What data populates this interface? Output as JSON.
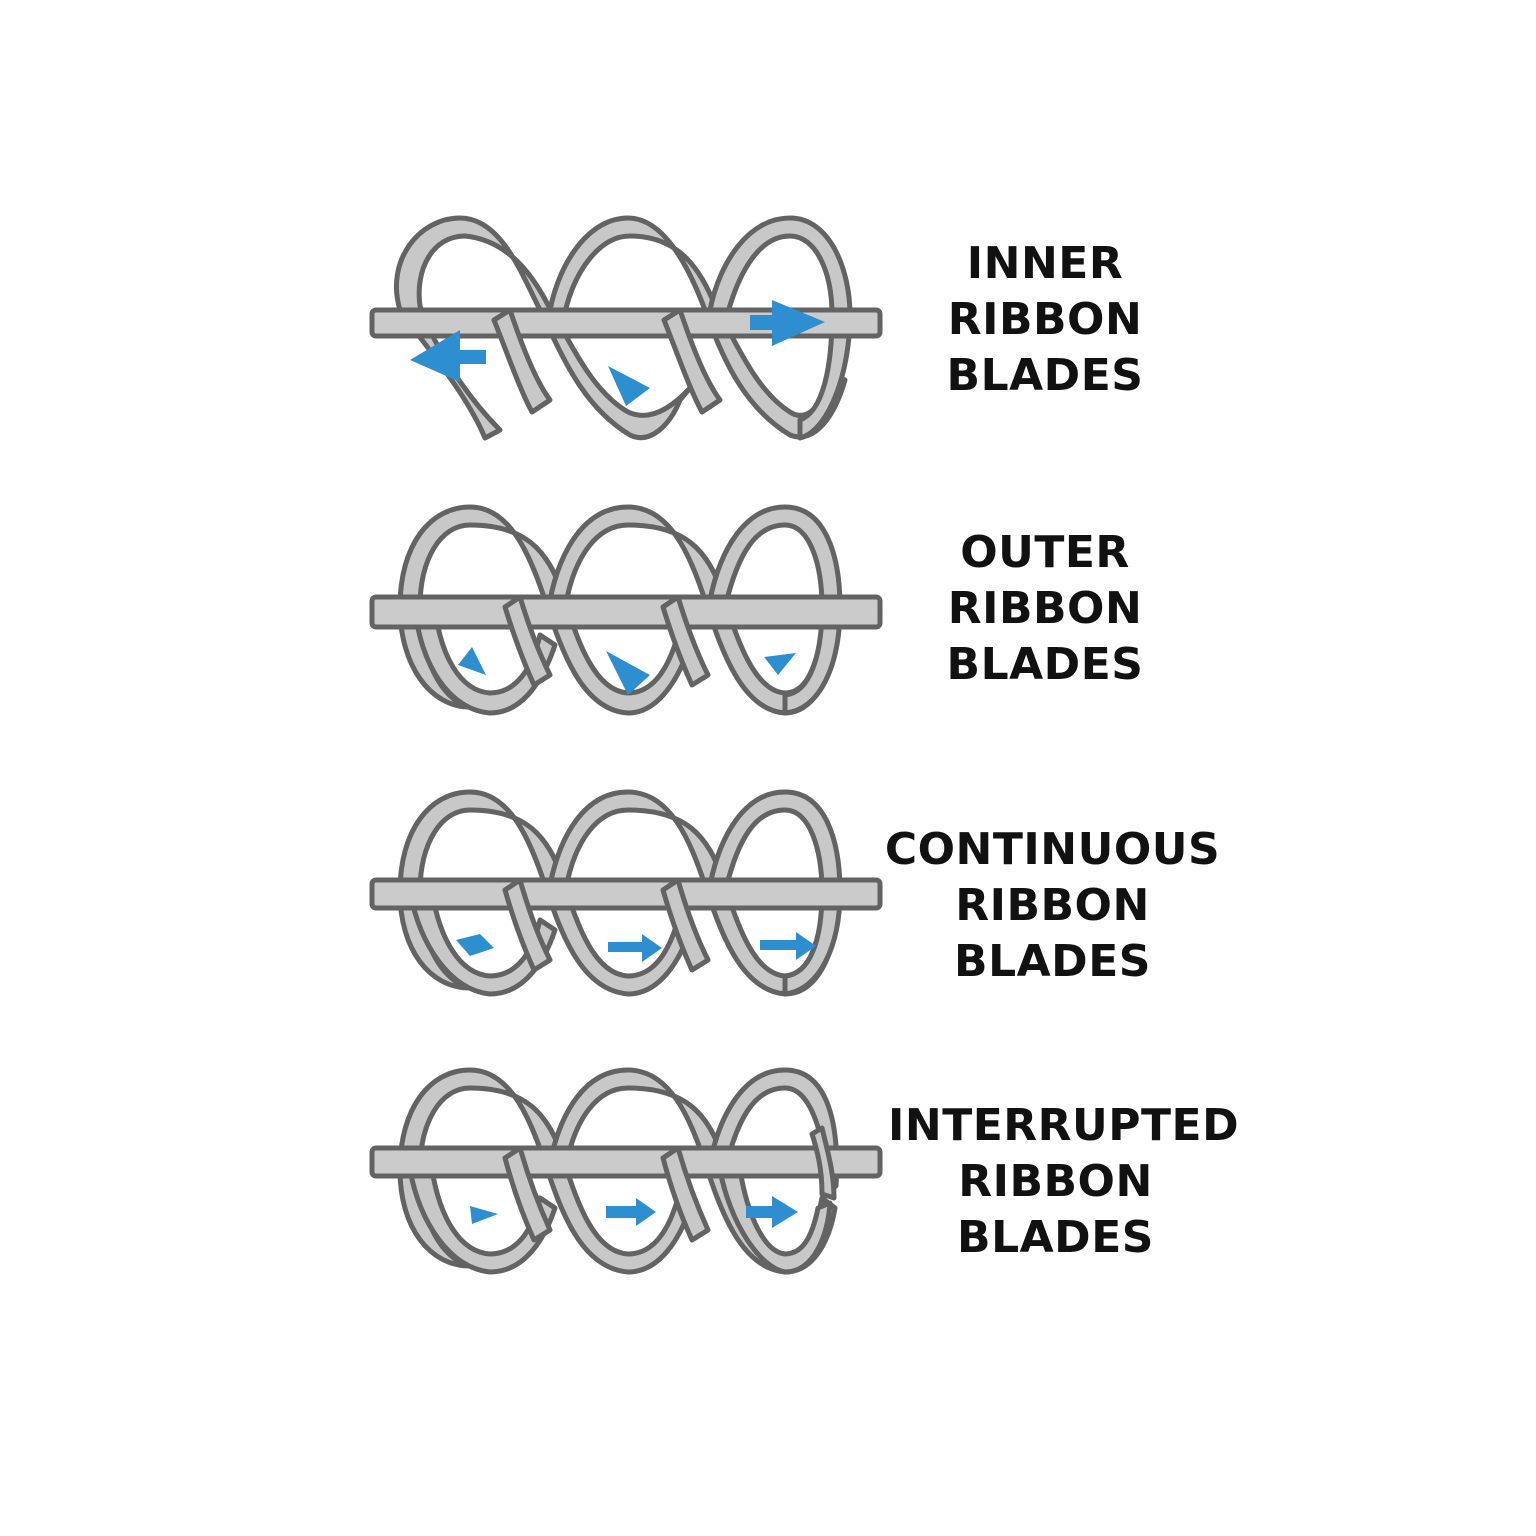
{
  "colors": {
    "ribbon_fill": "#c8c8c8",
    "ribbon_stroke": "#636363",
    "shaft_fill": "#cbcbcb",
    "arrow": "#2e8fd0",
    "text": "#111111",
    "background": "#ffffff"
  },
  "rows": [
    {
      "lines": [
        "INNER",
        "RIBBON",
        "BLADES"
      ]
    },
    {
      "lines": [
        "OUTER",
        "RIBBON",
        "BLADES"
      ]
    },
    {
      "lines": [
        "CONTINUOUS",
        "RIBBON",
        "BLADES"
      ]
    },
    {
      "lines": [
        "INTERRUPTED",
        "RIBBON",
        "BLADES"
      ]
    }
  ]
}
